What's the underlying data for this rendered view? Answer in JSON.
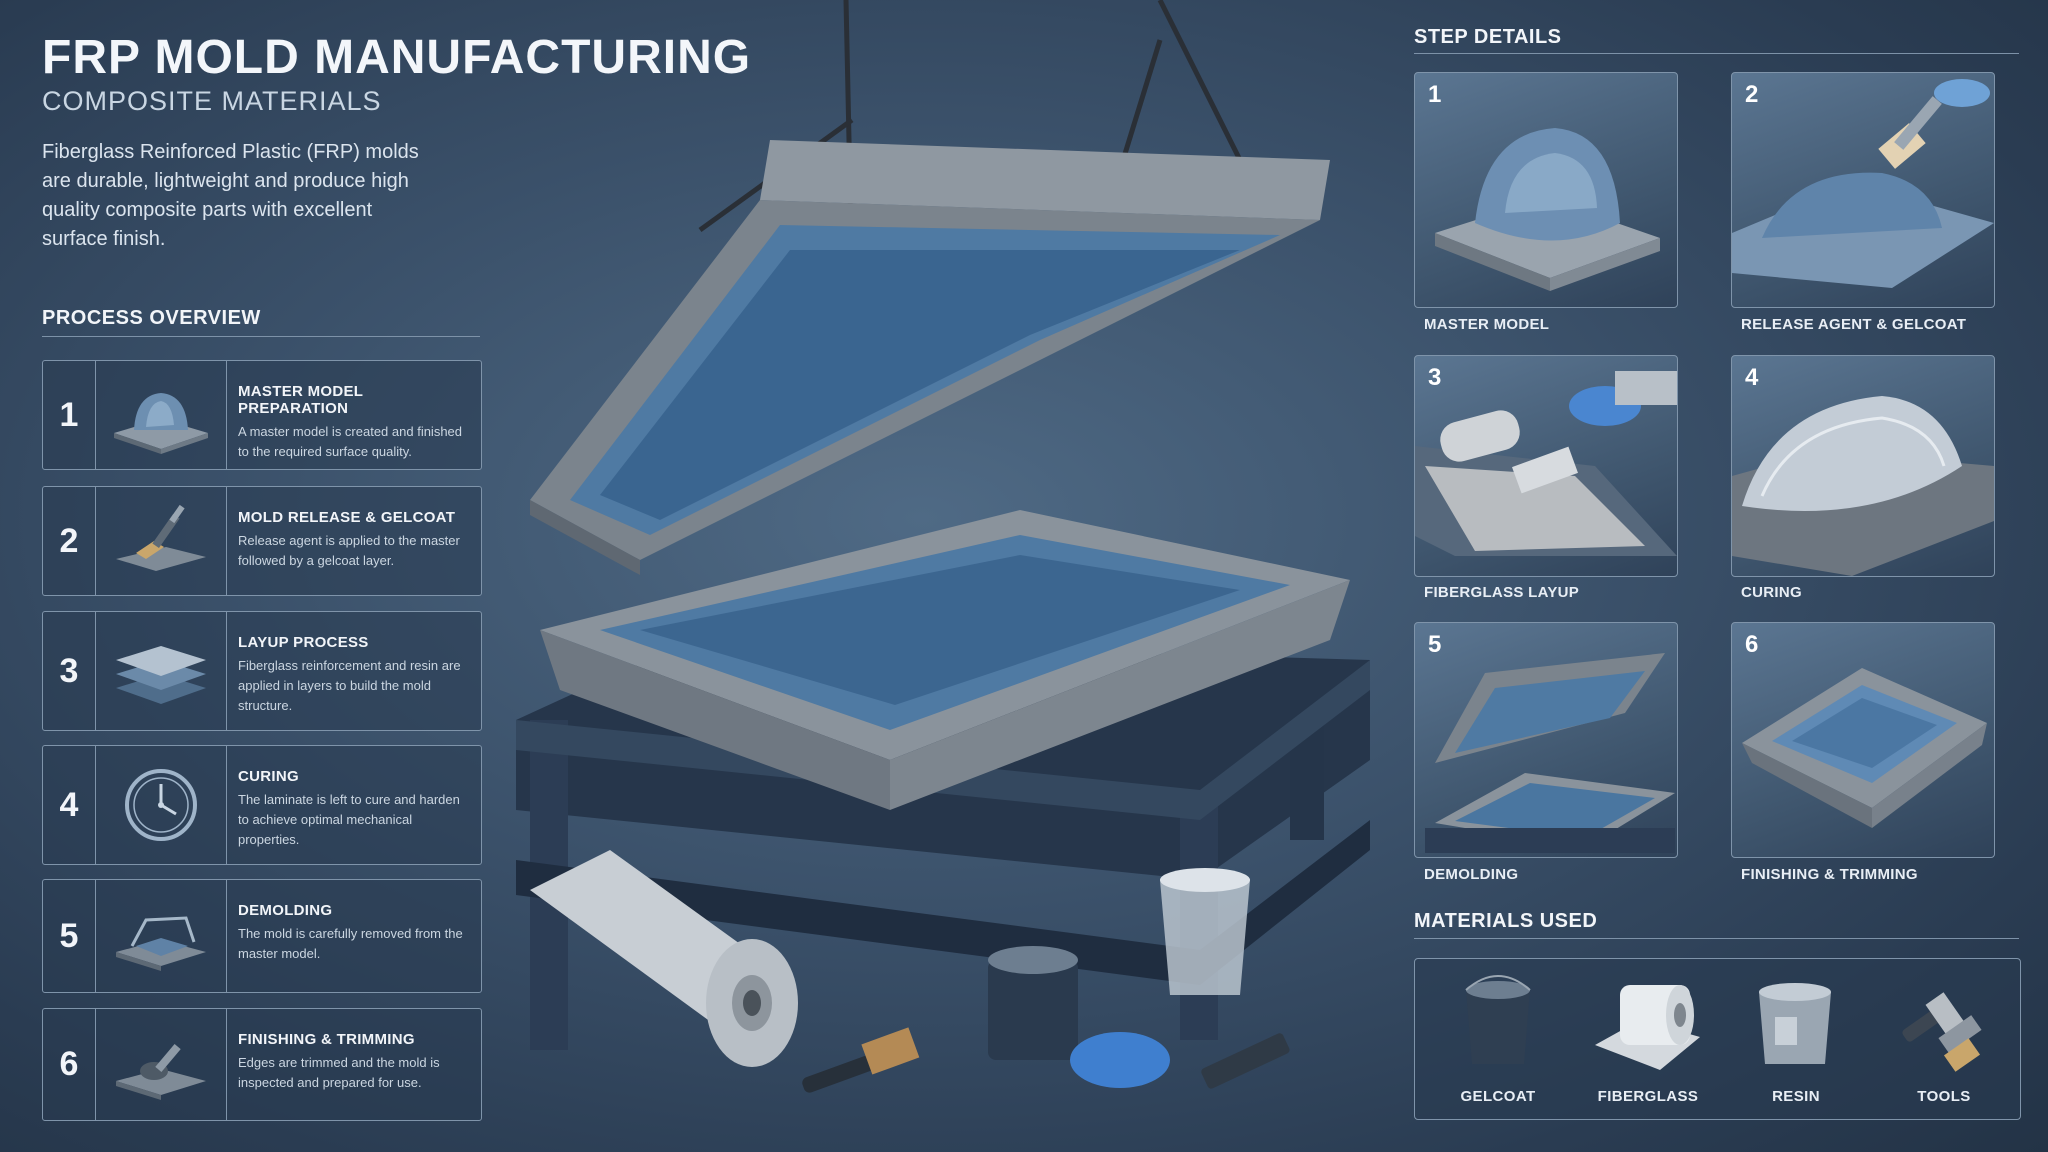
{
  "header": {
    "title": "FRP MOLD MANUFACTURING",
    "subtitle": "COMPOSITE MATERIALS",
    "intro": "Fiberglass Reinforced Plastic (FRP) molds are durable, lightweight and produce high quality composite parts with excellent surface finish."
  },
  "process_overview": {
    "title": "PROCESS OVERVIEW",
    "steps": [
      {
        "num": "1",
        "title": "MASTER MODEL PREPARATION",
        "desc": "A master model is created and finished to the required surface quality.",
        "icon": "master-model-icon"
      },
      {
        "num": "2",
        "title": "MOLD RELEASE & GELCOAT",
        "desc": "Release agent is applied to the master followed by a gelcoat layer.",
        "icon": "brush-icon"
      },
      {
        "num": "3",
        "title": "LAYUP PROCESS",
        "desc": "Fiberglass reinforcement and resin are applied in layers to build the mold structure.",
        "icon": "layers-icon"
      },
      {
        "num": "4",
        "title": "CURING",
        "desc": "The laminate is left to cure and harden to achieve optimal mechanical properties.",
        "icon": "clock-icon"
      },
      {
        "num": "5",
        "title": "DEMOLDING",
        "desc": "The mold is carefully removed from the master model.",
        "icon": "demold-icon"
      },
      {
        "num": "6",
        "title": "FINISHING & TRIMMING",
        "desc": "Edges are trimmed and the mold is inspected and prepared for use.",
        "icon": "trim-tool-icon"
      }
    ]
  },
  "step_details": {
    "title": "STEP DETAILS",
    "cards": [
      {
        "num": "1",
        "label": "MASTER MODEL"
      },
      {
        "num": "2",
        "label": "RELEASE AGENT & GELCOAT"
      },
      {
        "num": "3",
        "label": "FIBERGLASS LAYUP"
      },
      {
        "num": "4",
        "label": "CURING"
      },
      {
        "num": "5",
        "label": "DEMOLDING"
      },
      {
        "num": "6",
        "label": "FINISHING & TRIMMING"
      }
    ]
  },
  "materials": {
    "title": "MATERIALS USED",
    "items": [
      {
        "label": "GELCOAT",
        "icon": "bucket-icon"
      },
      {
        "label": "FIBERGLASS",
        "icon": "fiberglass-roll-icon"
      },
      {
        "label": "RESIN",
        "icon": "resin-pail-icon"
      },
      {
        "label": "TOOLS",
        "icon": "tools-icon"
      }
    ]
  },
  "colors": {
    "background": "#3a5069",
    "mold_blue": "#4f7aa3",
    "steel": "#8a939c",
    "frame": "#2c3d55"
  }
}
